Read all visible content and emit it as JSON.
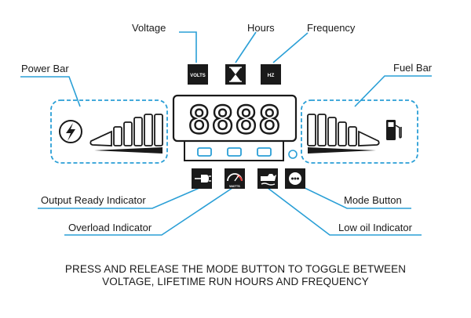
{
  "callouts": {
    "voltage": "Voltage",
    "hours": "Hours",
    "frequency": "Frequency",
    "power_bar": "Power Bar",
    "fuel_bar": "Fuel Bar",
    "output_ready": "Output Ready Indicator",
    "overload": "Overload Indicator",
    "mode_button": "Mode Button",
    "low_oil": "Low oil Indicator"
  },
  "icon_labels": {
    "volts": "VOLTS",
    "hz": "HZ",
    "watts": "WATTS"
  },
  "display": {
    "digits": "8888"
  },
  "instructions": {
    "line1": "PRESS AND RELEASE THE MODE BUTTON TO TOGGLE BETWEEN",
    "line2": "VOLTAGE, LIFETIME RUN HOURS AND FREQUENCY"
  },
  "colors": {
    "accent": "#2a9fd6",
    "lcd": "#1a1a1a",
    "background": "#ffffff"
  },
  "icons": [
    "lightning-icon",
    "hourglass-icon",
    "fuel-pump-icon",
    "plug-icon",
    "gauge-icon",
    "oil-can-icon",
    "mode-icon"
  ]
}
